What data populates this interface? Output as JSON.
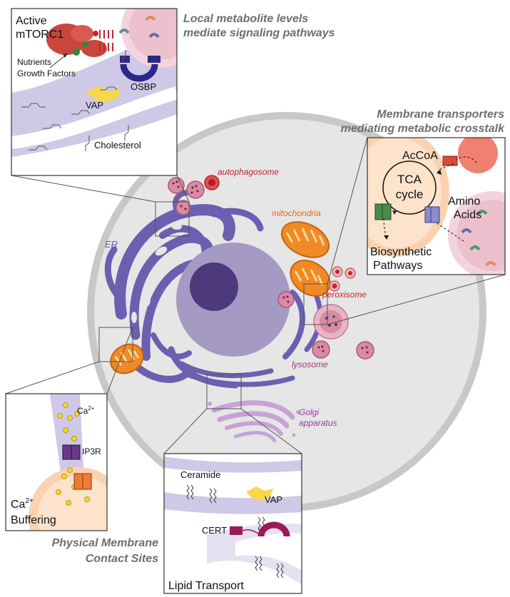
{
  "headings": {
    "local_line1": "Local metabolite levels",
    "local_line2": "mediate signaling pathways",
    "transport_line1": "Membrane transporters",
    "transport_line2": "mediating metabolic crosstalk",
    "contact_line1": "Physical Membrane",
    "contact_line2": "Contact Sites"
  },
  "organelles": {
    "autophagosome": "autophagosome",
    "mitochondria": "mitochondria",
    "er": "ER",
    "peroxisome": "peroxisome",
    "lysosome": "lysosome",
    "golgi_line1": "Golgi",
    "golgi_line2": "apparatus"
  },
  "signaling_panel": {
    "active_line1": "Active",
    "active_line2": "mTORC1",
    "nutrients": "Nutrients",
    "growth_factors": "Growth Factors",
    "osbp": "OSBP",
    "vap": "VAP",
    "cholesterol": "Cholesterol"
  },
  "transport_panel": {
    "accoa": "AcCoA",
    "tca_line1": "TCA",
    "tca_line2": "cycle",
    "amino_line1": "Amino",
    "amino_line2": "Acids",
    "biosynthetic_line1": "Biosynthetic",
    "biosynthetic_line2": "Pathways"
  },
  "calcium_panel": {
    "ca": "Ca",
    "ca_sup": "2+",
    "ip3r": "IP3R",
    "buffering_ca": "Ca",
    "buffering_sup": "2+",
    "buffering": "Buffering"
  },
  "lipid_panel": {
    "ceramide": "Ceramide",
    "vap": "VAP",
    "cert": "CERT",
    "lipid_transport": "Lipid Transport"
  },
  "colors": {
    "er": "#6b5fb0",
    "er_light": "#cfc8e6",
    "nucleus": "#a59ac3",
    "nucleolus": "#4d3a7c",
    "mitochondria": "#f08a24",
    "lysosome": "#d98aa4",
    "golgi": "#c7a3d4",
    "red_label": "#c0262e",
    "mito_label": "#e06a1a",
    "golgi_label": "#9a3a9a",
    "heading_gray": "#6e6e6e"
  }
}
